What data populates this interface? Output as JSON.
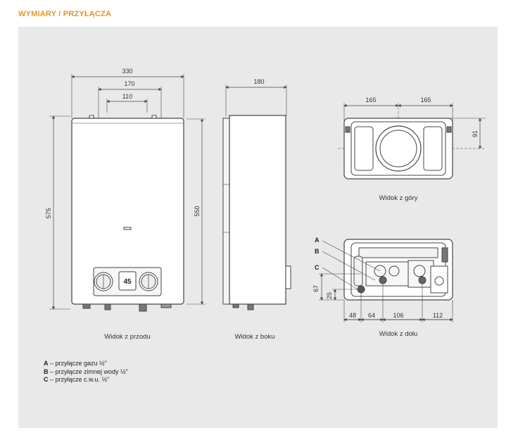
{
  "heading": "WYMIARY / PRZYŁĄCZA",
  "dimensions": {
    "front_width": "330",
    "front_inner1": "170",
    "front_inner2": "110",
    "front_height": "575",
    "front_body_height": "550",
    "side_depth": "180",
    "top_left": "165",
    "top_right": "165",
    "top_side": "91",
    "bottom_67": "67",
    "bottom_25": "25",
    "bottom_48": "48",
    "bottom_64": "64",
    "bottom_106": "106",
    "bottom_112": "112"
  },
  "display_value": "45",
  "captions": {
    "front": "Widok z przodu",
    "side": "Widok z boku",
    "top": "Widok z góry",
    "bottom": "Widok z dołu"
  },
  "labels": {
    "a": "A",
    "b": "B",
    "c": "C"
  },
  "legend": [
    {
      "key": "A",
      "text": " – przyłącze gazu ½\""
    },
    {
      "key": "B",
      "text": " – przyłącze zimnej wody ½\""
    },
    {
      "key": "C",
      "text": " – przyłącze c.w.u. ½\""
    }
  ]
}
